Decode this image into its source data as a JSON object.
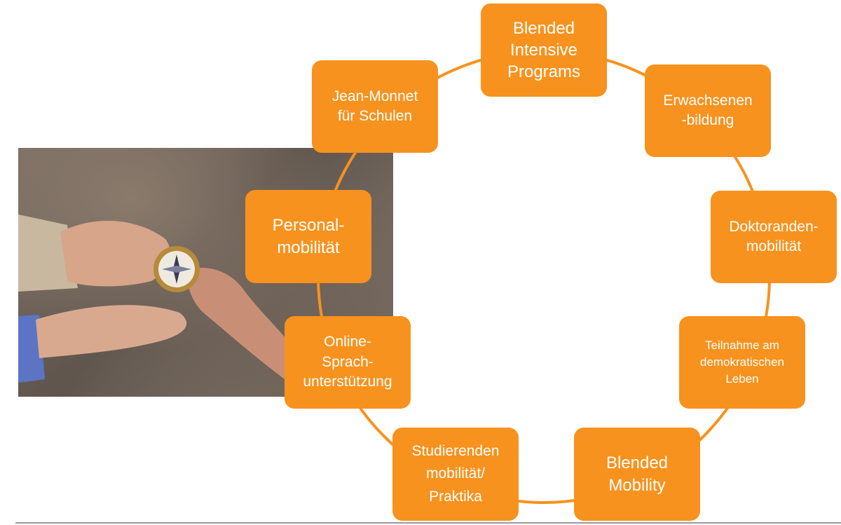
{
  "diagram": {
    "accent_color": "#f7921e",
    "nodes": [
      {
        "id": "blended-intensive-programs",
        "label": "Blended\nIntensive\nPrograms"
      },
      {
        "id": "erwachsenenbildung",
        "label": "Erwachsenen\n-bildung"
      },
      {
        "id": "doktorandenmobilitaet",
        "label": "Doktoranden-\nmobilität"
      },
      {
        "id": "teilnahme-demokratisches-leben",
        "label": "Teilnahme am\ndemokratischen\nLeben"
      },
      {
        "id": "blended-mobility",
        "label": "Blended\nMobility"
      },
      {
        "id": "studierendenmobilitaet",
        "label": "Studierenden\nmobilität/\nPraktika"
      },
      {
        "id": "online-sprachunterstuetzung",
        "label": "Online-\nSprach-\nunterstützung"
      },
      {
        "id": "personalmobilitaet",
        "label": "Personal-\nmobilität"
      },
      {
        "id": "jean-monnet",
        "label": "Jean-Monnet\nfür Schulen"
      }
    ]
  }
}
